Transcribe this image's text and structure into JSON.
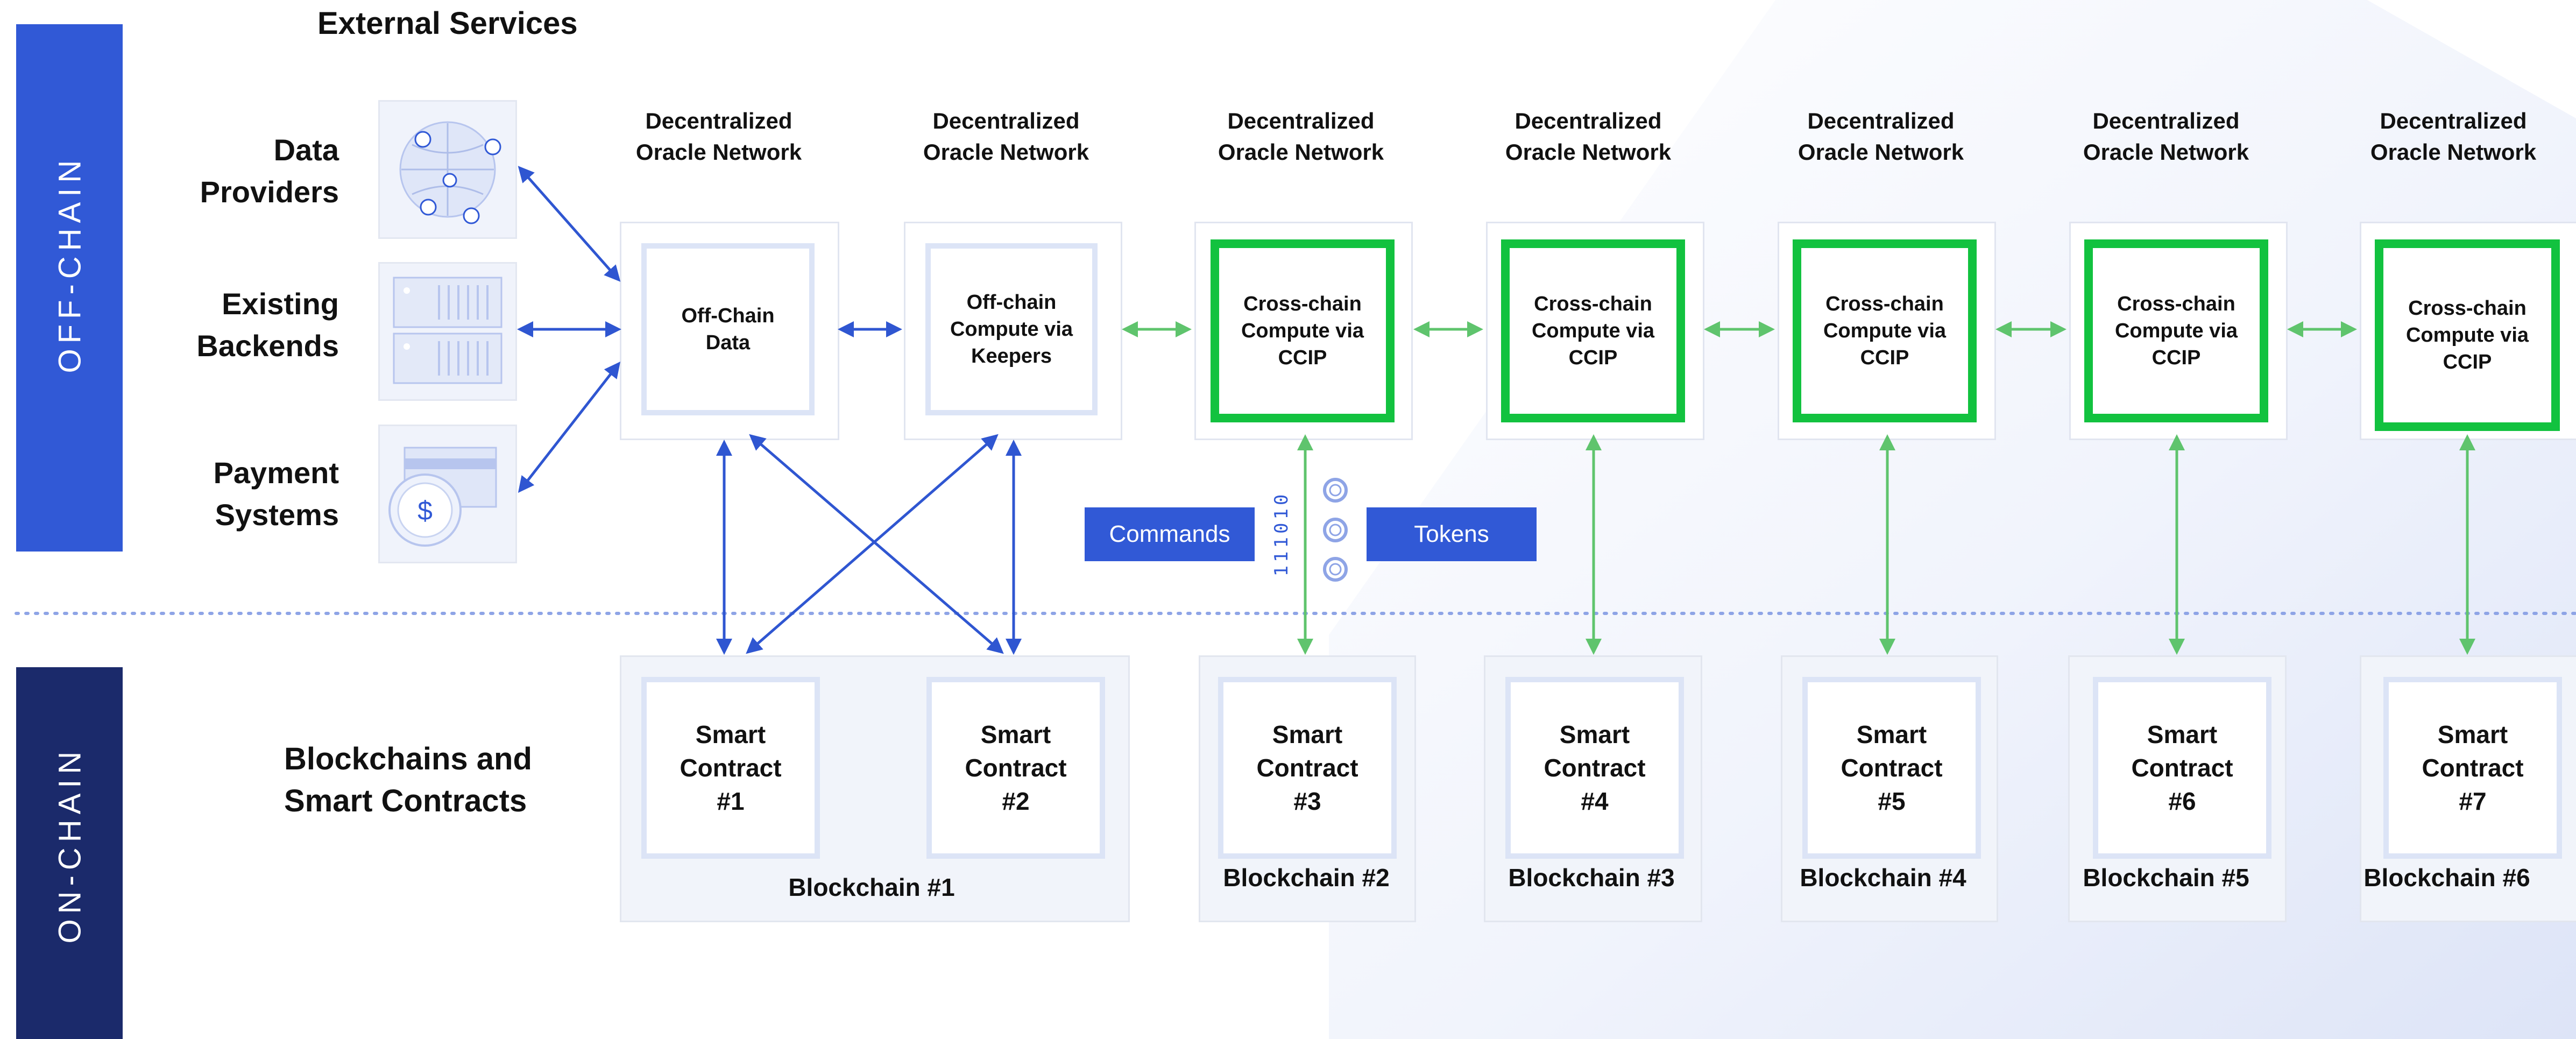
{
  "sections": {
    "off_chain": "OFF-CHAIN",
    "on_chain": "ON-CHAIN"
  },
  "external_services": {
    "title": "External Services",
    "items": [
      {
        "line1": "Data",
        "line2": "Providers"
      },
      {
        "line1": "Existing",
        "line2": "Backends"
      },
      {
        "line1": "Payment",
        "line2": "Systems"
      }
    ]
  },
  "don_label": {
    "line1": "Decentralized",
    "line2": "Oracle Network"
  },
  "oracle_nodes": [
    {
      "lines": [
        "Off-Chain",
        "Data"
      ]
    },
    {
      "lines": [
        "Off-chain",
        "Compute via",
        "Keepers"
      ]
    },
    {
      "lines": [
        "Cross-chain",
        "Compute via",
        "CCIP"
      ]
    },
    {
      "lines": [
        "Cross-chain",
        "Compute via",
        "CCIP"
      ]
    },
    {
      "lines": [
        "Cross-chain",
        "Compute via",
        "CCIP"
      ]
    },
    {
      "lines": [
        "Cross-chain",
        "Compute via",
        "CCIP"
      ]
    },
    {
      "lines": [
        "Cross-chain",
        "Compute via",
        "CCIP"
      ]
    }
  ],
  "messages": {
    "commands": "Commands",
    "tokens": "Tokens",
    "binary": "111010"
  },
  "blockchains_title": {
    "line1": "Blockchains and",
    "line2": "Smart Contracts"
  },
  "smart_contract": {
    "line1": "Smart",
    "line2": "Contract"
  },
  "contracts": [
    "#1",
    "#2",
    "#3",
    "#4",
    "#5",
    "#6",
    "#7"
  ],
  "blockchains": [
    "Blockchain #1",
    "Blockchain #2",
    "Blockchain #3",
    "Blockchain #4",
    "Blockchain #5",
    "Blockchain #6"
  ],
  "colors": {
    "primary_blue": "#3159d6",
    "dark_navy": "#1b2a6b",
    "green": "#12c23f",
    "arrow_blue": "#2f56d1",
    "arrow_green": "#5fc46d"
  }
}
